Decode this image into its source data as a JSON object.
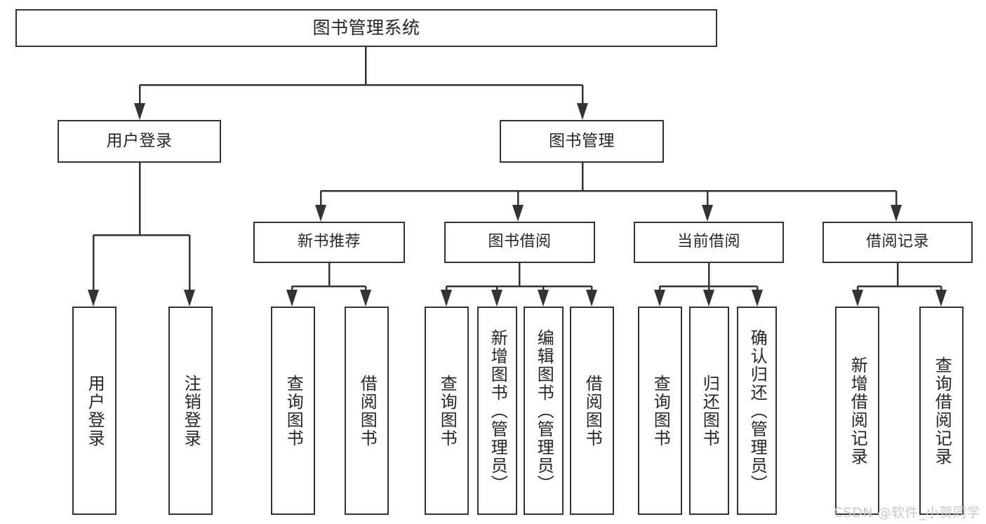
{
  "diagram": {
    "title": "图书管理系统",
    "type": "tree-hierarchy",
    "orientation": "top-down",
    "root": {
      "label": "图书管理系统"
    },
    "level2": [
      {
        "label": "用户登录"
      },
      {
        "label": "图书管理"
      }
    ],
    "level3": [
      {
        "label": "新书推荐"
      },
      {
        "label": "图书借阅"
      },
      {
        "label": "当前借阅"
      },
      {
        "label": "借阅记录"
      }
    ],
    "leaves": {
      "user_login": [
        {
          "label": "用户登录"
        },
        {
          "label": "注销登录"
        }
      ],
      "new_book_recommend": [
        {
          "label": "查询图书"
        },
        {
          "label": "借阅图书"
        }
      ],
      "book_borrow": [
        {
          "label": "查询图书"
        },
        {
          "label": "新增图书（管理员）"
        },
        {
          "label": "编辑图书（管理员）"
        },
        {
          "label": "借阅图书"
        }
      ],
      "current_borrow": [
        {
          "label": "查询图书"
        },
        {
          "label": "归还图书"
        },
        {
          "label": "确认归还（管理员）"
        }
      ],
      "borrow_record": [
        {
          "label": "新增借阅记录"
        },
        {
          "label": "查询借阅记录"
        }
      ]
    }
  },
  "watermark": {
    "text": "CSDN @软件_小贺同学"
  },
  "colors": {
    "box_border": "#333333",
    "box_fill": "#ffffff",
    "text": "#262626",
    "connector": "#333333",
    "watermark": "#c9c9c9"
  }
}
